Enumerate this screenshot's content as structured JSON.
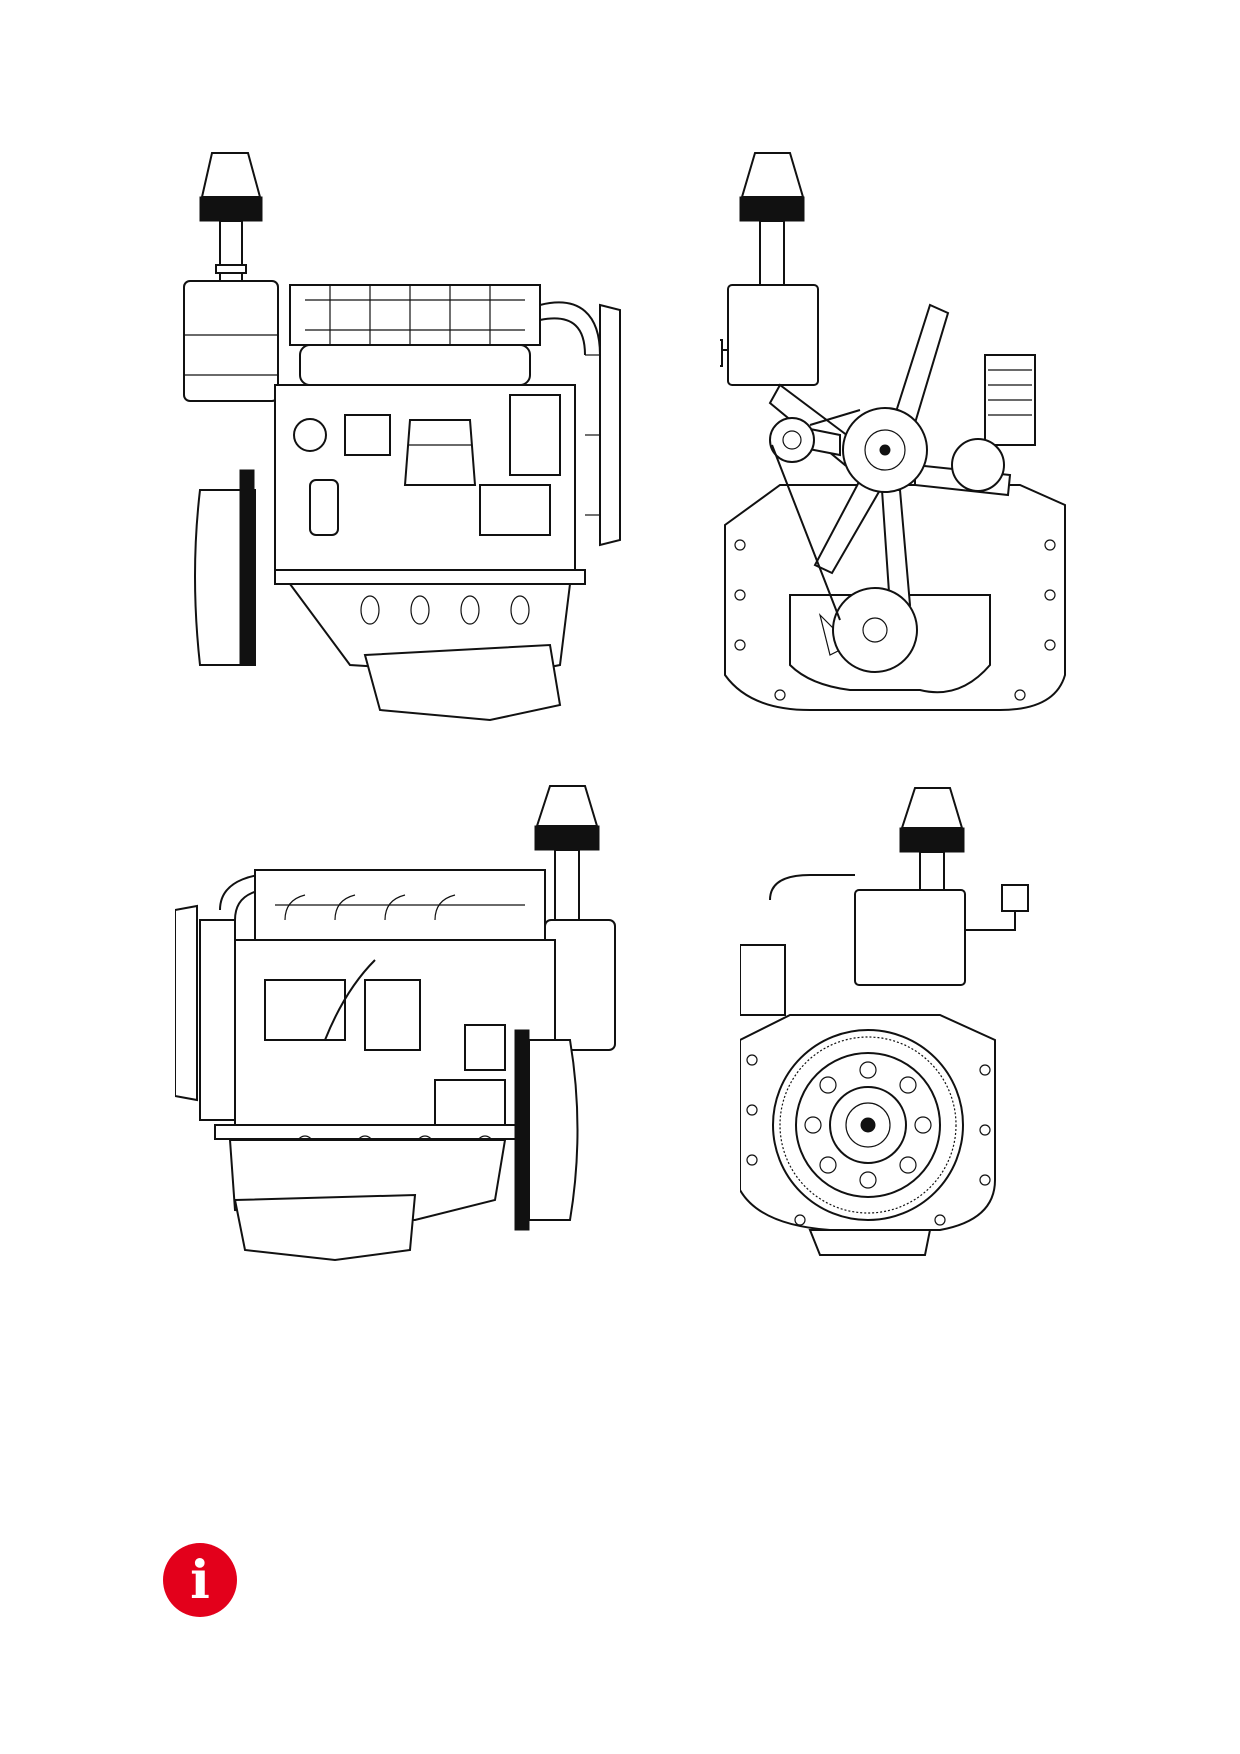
{
  "drawings": [
    {
      "id": "engine-left-side-view",
      "icon": "engine-side-left-drawing"
    },
    {
      "id": "engine-front-view",
      "icon": "engine-front-fan-drawing"
    },
    {
      "id": "engine-right-side-view",
      "icon": "engine-side-right-drawing"
    },
    {
      "id": "engine-rear-view",
      "icon": "engine-rear-flywheel-drawing"
    }
  ],
  "info_icon": {
    "name": "info-icon",
    "glyph": "i",
    "color": "#e3001b"
  }
}
